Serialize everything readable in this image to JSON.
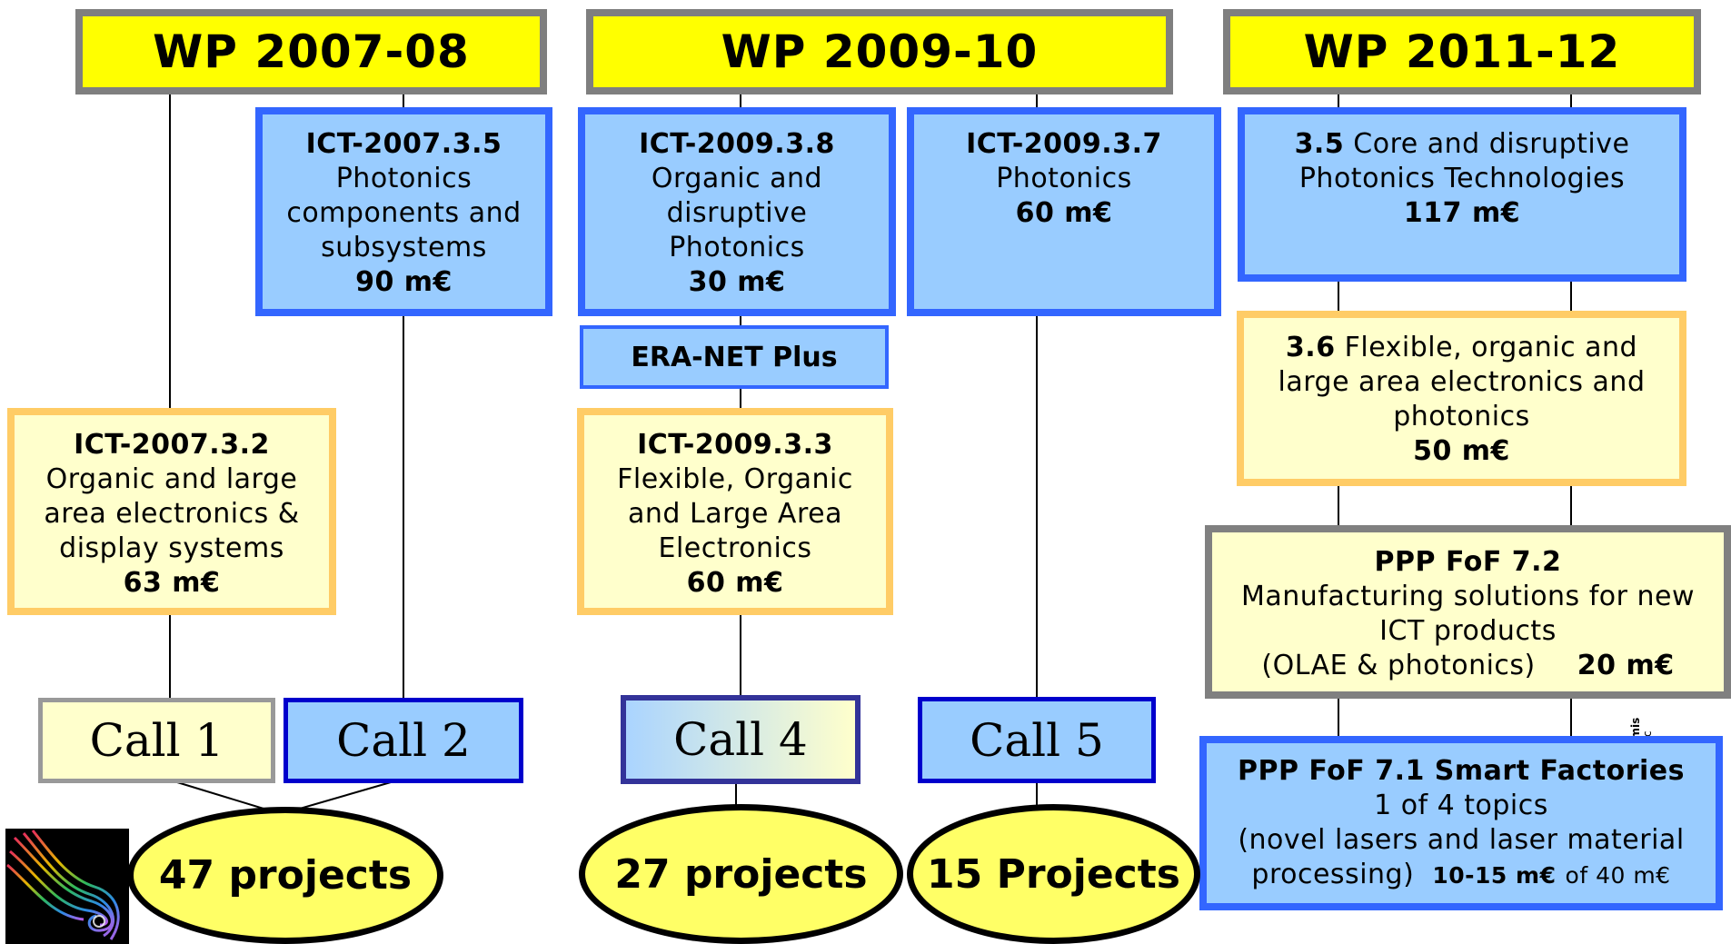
{
  "wp_headers": [
    "WP 2007-08",
    "WP 2009-10",
    "WP 2011-12"
  ],
  "boxes": {
    "ict_2007_3_5": {
      "code": "ICT-2007.3.5",
      "line1": "Photonics",
      "line2": "components and",
      "line3": "subsystems",
      "budget": "90 m€"
    },
    "ict_2009_3_8": {
      "code": "ICT-2009.3.8",
      "line1": "Organic and",
      "line2": "disruptive",
      "line3": "Photonics",
      "budget": "30 m€"
    },
    "ict_2009_3_7": {
      "code": "ICT-2009.3.7",
      "line1": "Photonics",
      "budget": "60 m€"
    },
    "topic_3_5": {
      "code": "3.5",
      "line1": "Core and disruptive",
      "line2": "Photonics Technologies",
      "budget": "117 m€"
    },
    "era_net": {
      "label": "ERA-NET Plus"
    },
    "topic_3_6": {
      "code": "3.6",
      "line1": "Flexible, organic and",
      "line2": "large area electronics and",
      "line3": "photonics",
      "budget": "50 m€"
    },
    "ict_2007_3_2": {
      "code": "ICT-2007.3.2",
      "line1": "Organic and large",
      "line2": "area electronics &",
      "line3": "display systems",
      "budget": "63 m€"
    },
    "ict_2009_3_3": {
      "code": "ICT-2009.3.3",
      "line1": "Flexible, Organic",
      "line2": "and Large Area",
      "line3": "Electronics",
      "budget": "60 m€"
    },
    "ppp_fof_7_2": {
      "title": "PPP FoF 7.2",
      "line1": "Manufacturing solutions for new",
      "line2": "ICT products",
      "line3": "(OLAE & photonics)",
      "budget": "20 m€"
    },
    "ppp_fof_7_1": {
      "title": "PPP FoF 7.1 Smart Factories",
      "line1": "1 of 4 topics",
      "line2": "(novel lasers and laser material",
      "line3_a": "processing)",
      "line3_b": "10-15 m€",
      "line3_c": "of 40 m€"
    }
  },
  "calls": [
    "Call 1",
    "Call 2",
    "Call 4",
    "Call 5"
  ],
  "projects": [
    "47 projects",
    "27 projects",
    "15 Projects"
  ],
  "side_text": [
    "mmis",
    "Soc"
  ],
  "colors": {
    "header_fill": "#ffff00",
    "blue_fill": "#99ccff",
    "blue_border": "#3366ff",
    "tan_fill": "#ffffcc",
    "tan_border": "#ffcc66",
    "project_fill": "#ffff66"
  }
}
